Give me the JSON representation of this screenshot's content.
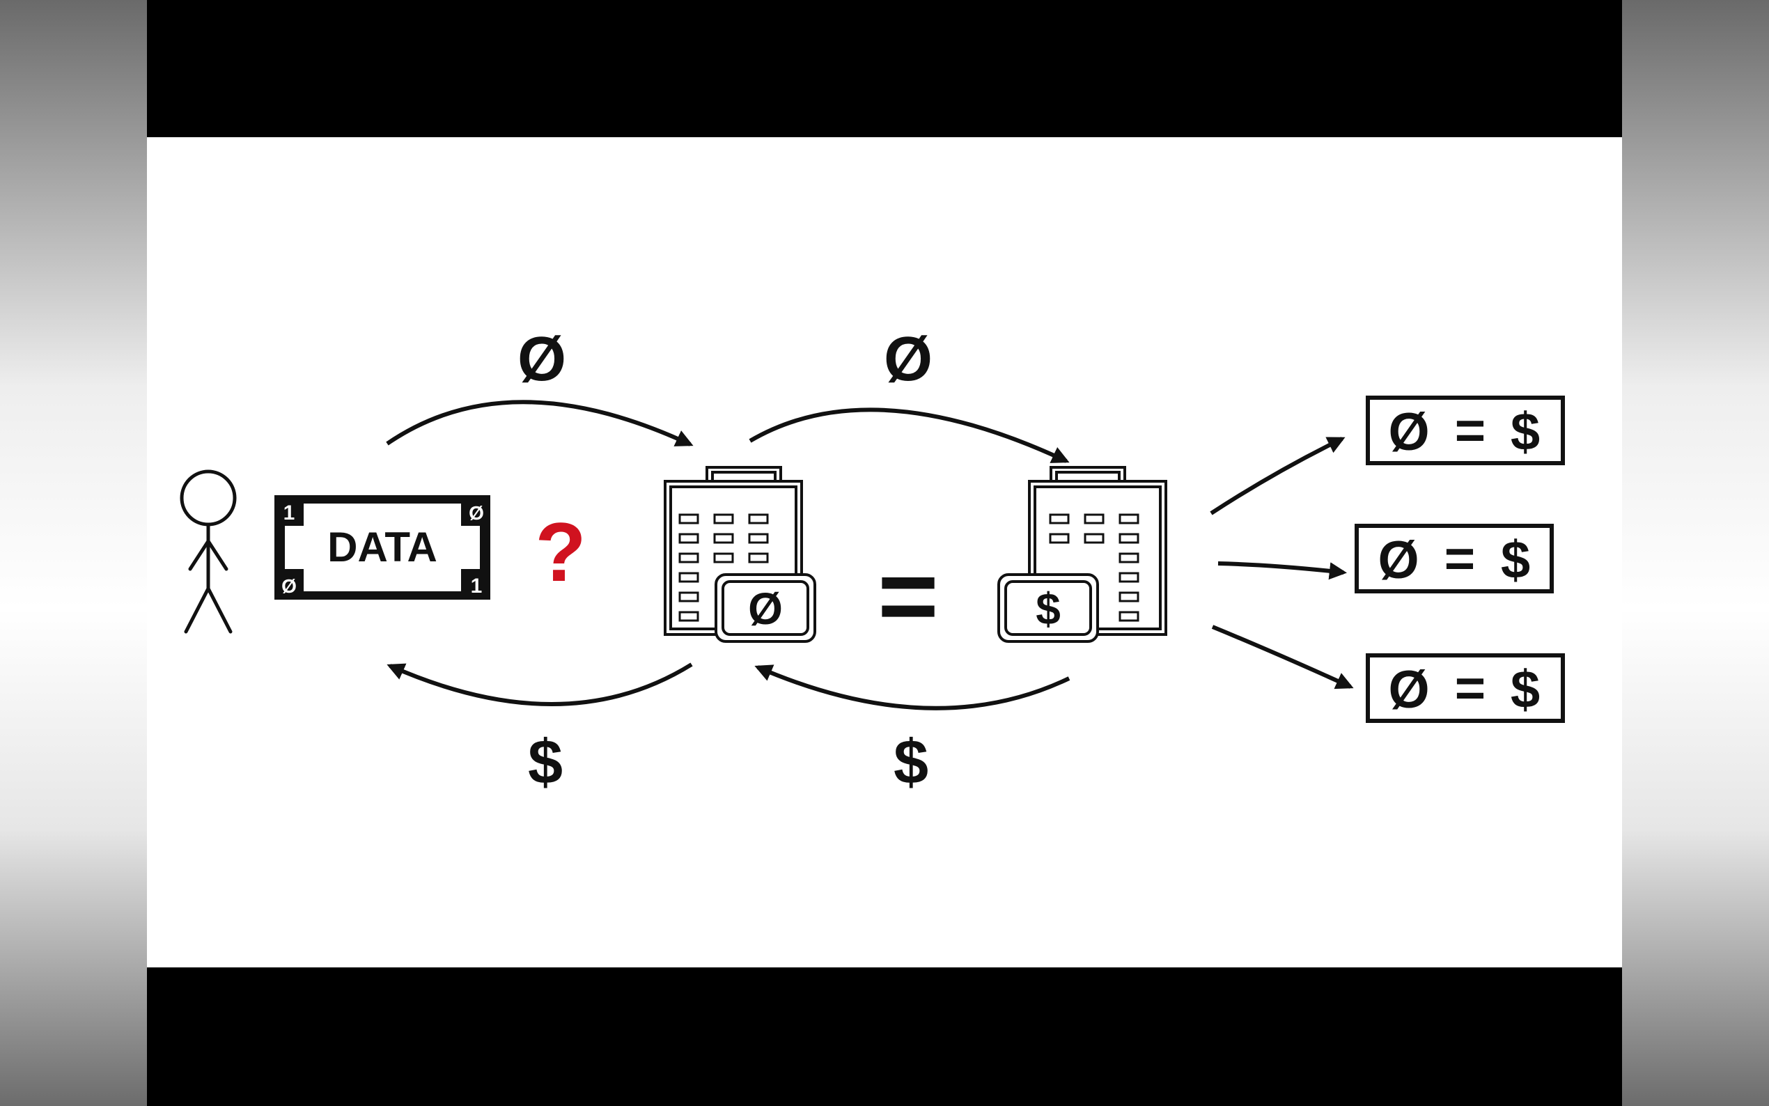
{
  "diagram": {
    "bill": {
      "text": "DATA",
      "corner_number": "1",
      "corner_symbol": "Ø"
    },
    "question_mark": {
      "text": "?",
      "color": "#d0121f"
    },
    "top_left_label": "Ø",
    "top_right_label": "Ø",
    "bottom_left_label": "$",
    "bottom_right_label": "$",
    "company_left_card": "Ø",
    "company_right_card": "$",
    "equals": "=",
    "outcomes": [
      {
        "left": "Ø",
        "op": "=",
        "right": "$"
      },
      {
        "left": "Ø",
        "op": "=",
        "right": "$"
      },
      {
        "left": "Ø",
        "op": "=",
        "right": "$"
      }
    ]
  },
  "colors": {
    "ink": "#111111",
    "accent": "#d0121f",
    "letterbox": "#000000"
  }
}
